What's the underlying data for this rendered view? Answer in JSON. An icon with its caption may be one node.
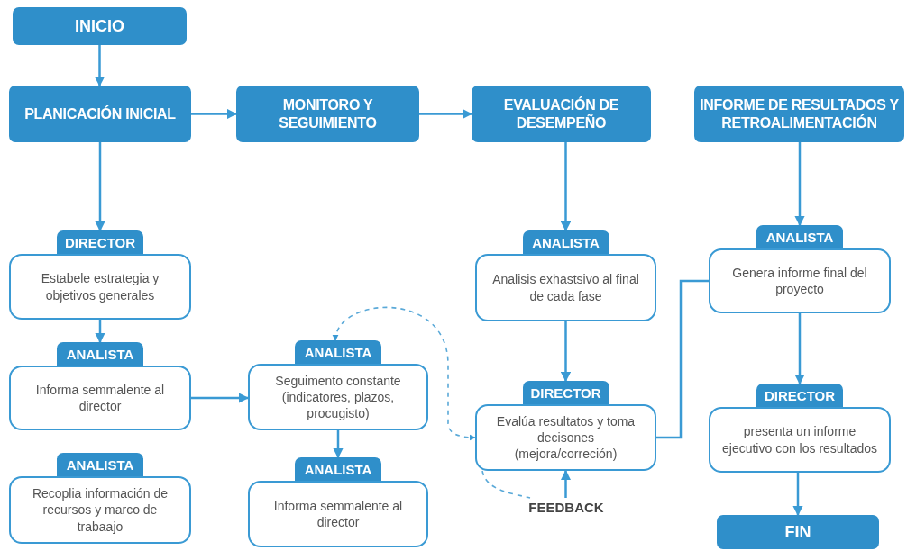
{
  "diagram": {
    "nodes": [
      {
        "text": [
          "INICIO"
        ]
      },
      {
        "text": [
          "PLANICACIÓN INICIAL"
        ]
      },
      {
        "text": [
          "MONITORO Y SEGUIMIENTO"
        ]
      },
      {
        "text": [
          "EVALUACIÓN DE DESEMPEÑO"
        ]
      },
      {
        "text": [
          "INFORME DE RESULTADOS Y RETROALIMENTACIÓN"
        ]
      },
      {
        "text": [
          "DIRECTOR",
          "Estabele estrategia y objetivos generales"
        ]
      },
      {
        "text": [
          "ANALISTA",
          "Informa semmalente al director"
        ]
      },
      {
        "text": [
          "ANALISTA",
          "Recoplia información de recursos y marco de trabaajo"
        ]
      },
      {
        "text": [
          "ANALISTA",
          "Seguimento constante (indicatores, plazos, procugisto)"
        ]
      },
      {
        "text": [
          "ANALISTA",
          "Informa semmalente al director"
        ]
      },
      {
        "text": [
          "ANALISTA",
          "Analisis exhastsivo al final de cada fase"
        ]
      },
      {
        "text": [
          "DIRECTOR",
          "Evalúa resultatos y toma decisones (mejora/correción)"
        ]
      },
      {
        "text": [
          "ANALISTA",
          "Genera informe final del proyecto"
        ]
      },
      {
        "text": [
          "DIRECTOR",
          "presenta un informe ejecutivo con los resultados"
        ]
      },
      {
        "text": [
          "FIN"
        ]
      },
      {
        "text": [
          "FEEDBACK"
        ]
      }
    ],
    "edges": [
      {
        "from": 0,
        "to": 1,
        "arrow": "to"
      },
      {
        "from": 1,
        "to": 2,
        "arrow": "to"
      },
      {
        "from": 2,
        "to": 3,
        "arrow": "to"
      },
      {
        "from": 1,
        "to": 5,
        "arrow": "to"
      },
      {
        "from": 5,
        "to": 6,
        "arrow": "to"
      },
      {
        "from": 6,
        "to": 8,
        "arrow": "to"
      },
      {
        "from": 8,
        "to": 9,
        "arrow": "to"
      },
      {
        "from": 3,
        "to": 10,
        "arrow": "to"
      },
      {
        "from": 10,
        "to": 11,
        "arrow": "to"
      },
      {
        "from": 11,
        "to": 12,
        "arrow": "none"
      },
      {
        "from": 4,
        "to": 12,
        "arrow": "to"
      },
      {
        "from": 12,
        "to": 13,
        "arrow": "to"
      },
      {
        "from": 13,
        "to": 14,
        "arrow": "to"
      },
      {
        "from": 15,
        "to": 11,
        "arrow": "to"
      },
      {
        "from": 8,
        "to": 11,
        "arrow": "both",
        "style": "dashed"
      },
      {
        "from": 11,
        "to": 15,
        "arrow": "none",
        "style": "dashed"
      }
    ]
  }
}
